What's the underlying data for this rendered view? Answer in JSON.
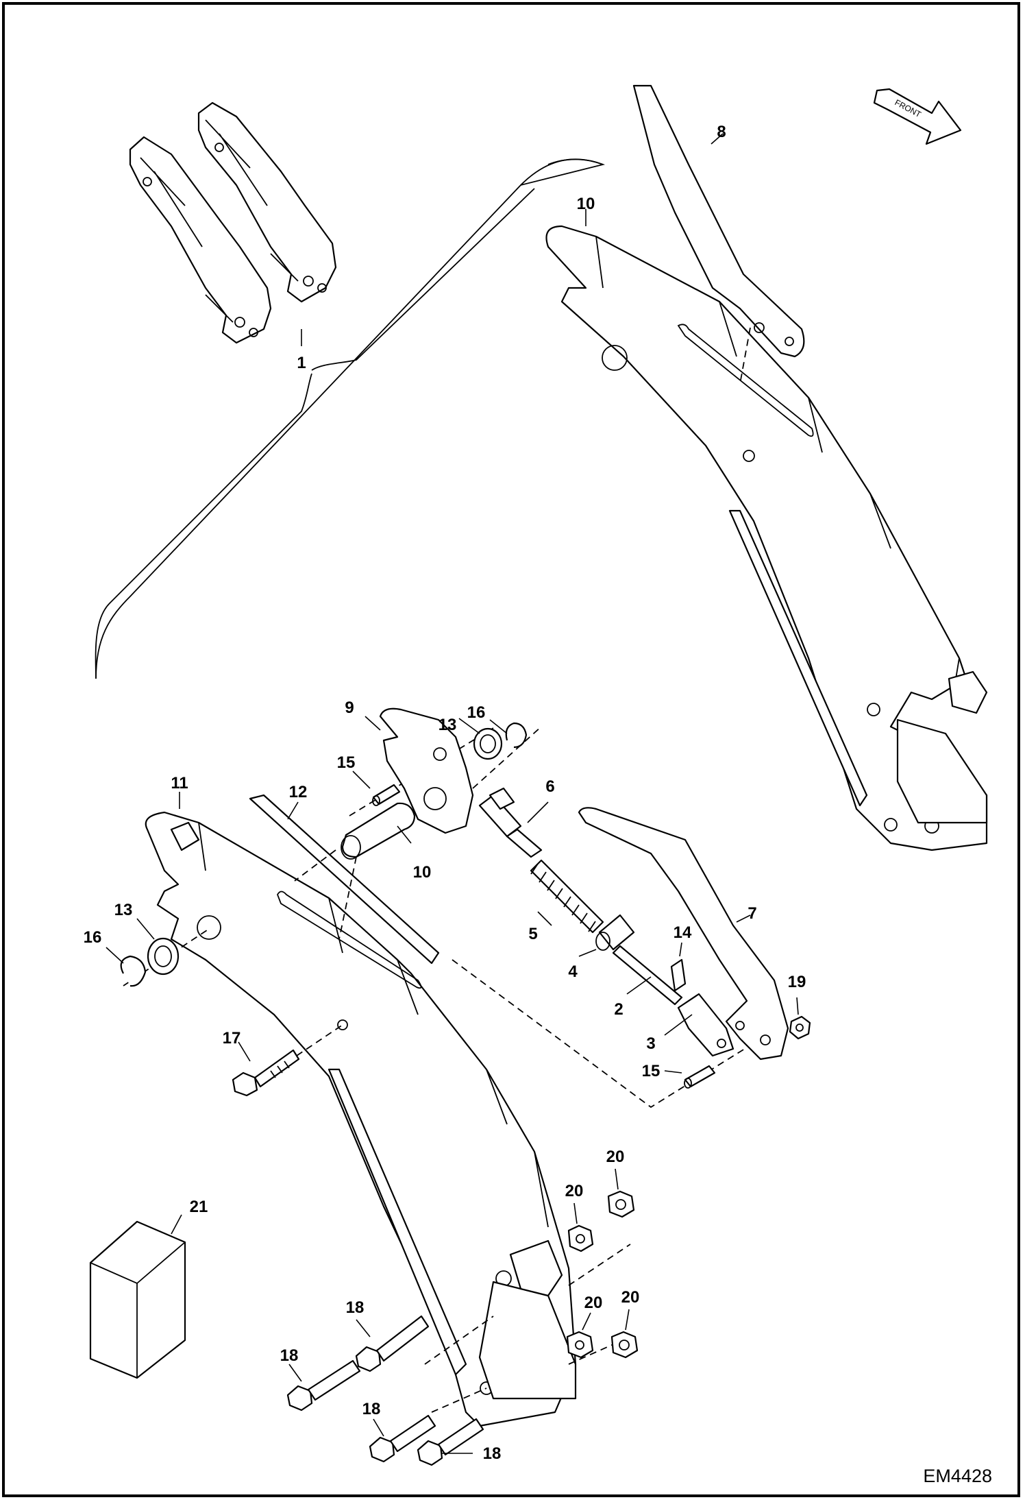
{
  "diagram": {
    "drawing_code": "EM4428",
    "orientation_arrow": "FRONT",
    "callouts": {
      "c1": "1",
      "c2": "2",
      "c3": "3",
      "c4": "4",
      "c5": "5",
      "c6": "6",
      "c7": "7",
      "c8": "8",
      "c9": "9",
      "c10a": "10",
      "c10b": "10",
      "c11": "11",
      "c12": "12",
      "c13a": "13",
      "c13b": "13",
      "c14": "14",
      "c15a": "15",
      "c15b": "15",
      "c16a": "16",
      "c16b": "16",
      "c17": "17",
      "c18a": "18",
      "c18b": "18",
      "c18c": "18",
      "c18d": "18",
      "c19": "19",
      "c20a": "20",
      "c20b": "20",
      "c20c": "20",
      "c20d": "20",
      "c21": "21"
    }
  }
}
